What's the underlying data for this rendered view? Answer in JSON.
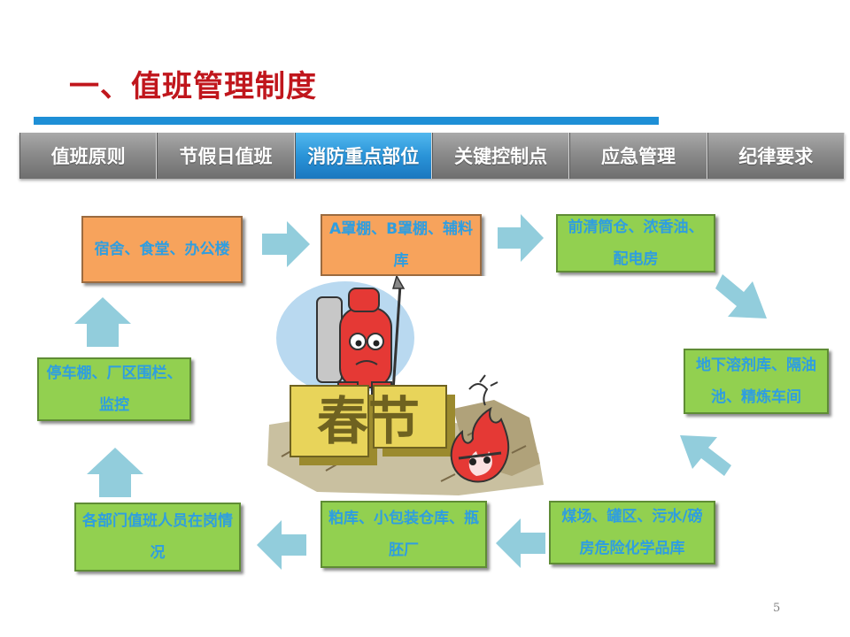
{
  "slide": {
    "title": "一、值班管理制度",
    "page_number": "5"
  },
  "tabs": [
    {
      "label": "值班原则",
      "active": false
    },
    {
      "label": "节假日值班",
      "active": false
    },
    {
      "label": "消防重点部位",
      "active": true
    },
    {
      "label": "关键控制点",
      "active": false
    },
    {
      "label": "应急管理",
      "active": false
    },
    {
      "label": "纪律要求",
      "active": false
    }
  ],
  "cycle": {
    "boxes": [
      {
        "text": "宿舍、食堂、办公楼",
        "color": "orange"
      },
      {
        "text": "A罩棚、B罩棚、辅料库",
        "color": "orange"
      },
      {
        "text": "前清筒仓、浓香油、配电房",
        "color": "green"
      },
      {
        "text": "地下溶剂库、隔油池、精炼车间",
        "color": "green"
      },
      {
        "text": "煤场、罐区、污水/磅房危险化学品库",
        "color": "green"
      },
      {
        "text": "粕库、小包装仓库、瓶胚厂",
        "color": "green"
      },
      {
        "text": "各部门值班人员在岗情况",
        "color": "green"
      },
      {
        "text": "停车棚、厂区围栏、监控",
        "color": "green"
      }
    ],
    "arrow_color": "#92cddc"
  },
  "illustration": {
    "label": "春节",
    "icon": "fire-extinguisher-cartoon"
  },
  "colors": {
    "title": "#c0161c",
    "accent_bar": "#1e8fd6",
    "orange_box": "#f7a35c",
    "green_box": "#92d050",
    "box_text": "#2f9ee0"
  }
}
